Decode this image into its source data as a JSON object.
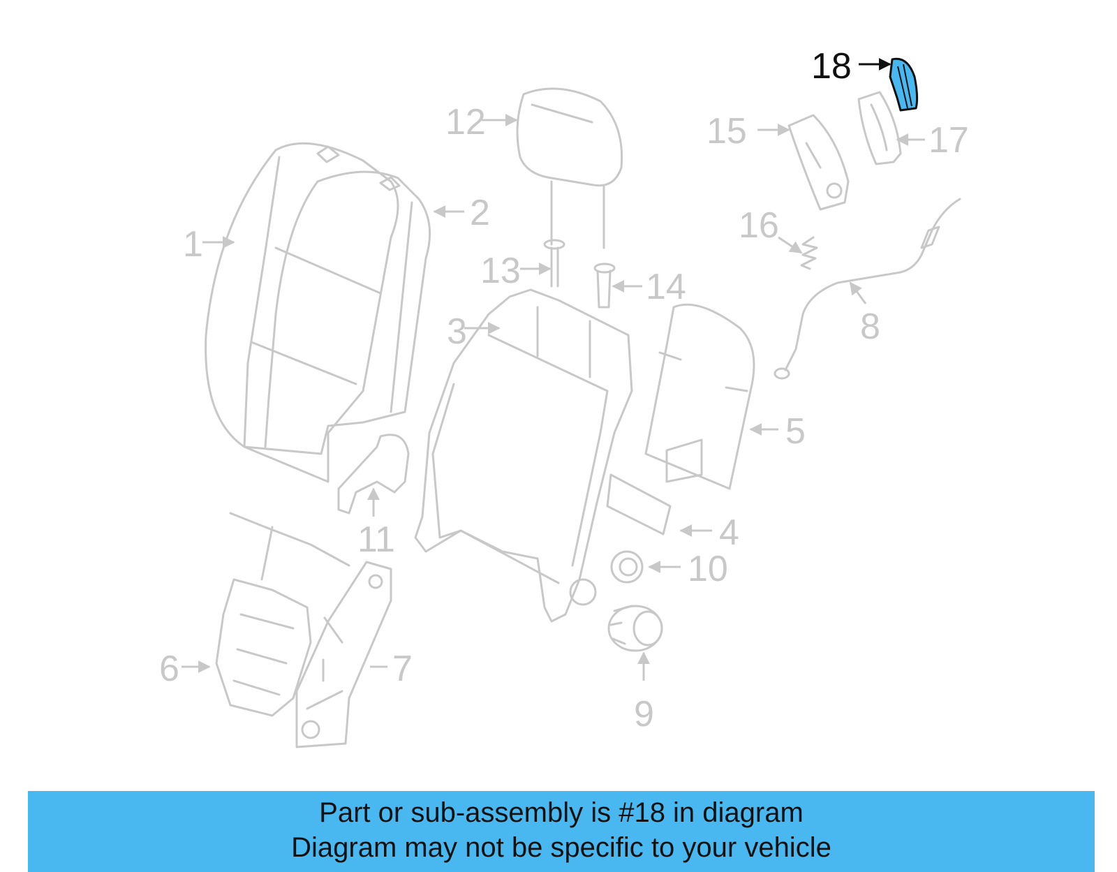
{
  "callouts": {
    "c1": "1",
    "c2": "2",
    "c3": "3",
    "c4": "4",
    "c5": "5",
    "c6": "6",
    "c7": "7",
    "c8": "8",
    "c9": "9",
    "c10": "10",
    "c11": "11",
    "c12": "12",
    "c13": "13",
    "c14": "14",
    "c15": "15",
    "c16": "16",
    "c17": "17",
    "c18": "18"
  },
  "highlight": {
    "part": "18",
    "color": "#4ab8f0"
  },
  "banner": {
    "line1": "Part or sub-assembly is #18 in diagram",
    "line2": "Diagram may not be specific to your vehicle",
    "color": "#4ab8f0"
  }
}
